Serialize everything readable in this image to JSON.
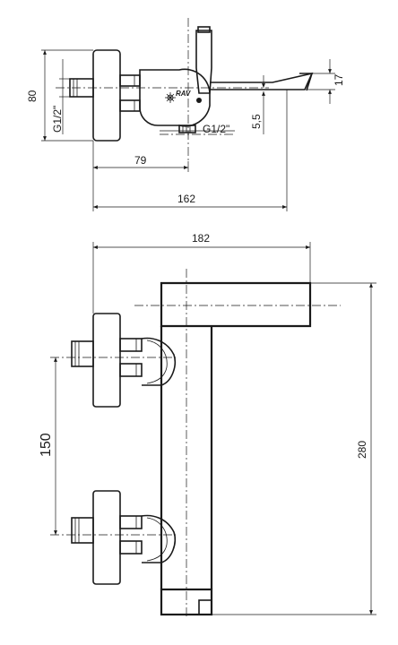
{
  "top_view": {
    "dimensions": {
      "height_80": "80",
      "thread_left": "G1/2\"",
      "thread_bottom": "G1/2\"",
      "offset_17": "17",
      "offset_5_5": "5,5",
      "depth_79": "79",
      "depth_162": "162"
    },
    "logo_text": "RAV"
  },
  "front_view": {
    "dimensions": {
      "width_182": "182",
      "spacing_150": "150",
      "height_280": "280"
    }
  },
  "colors": {
    "ink": "#1a1a1a",
    "background": "#ffffff"
  }
}
